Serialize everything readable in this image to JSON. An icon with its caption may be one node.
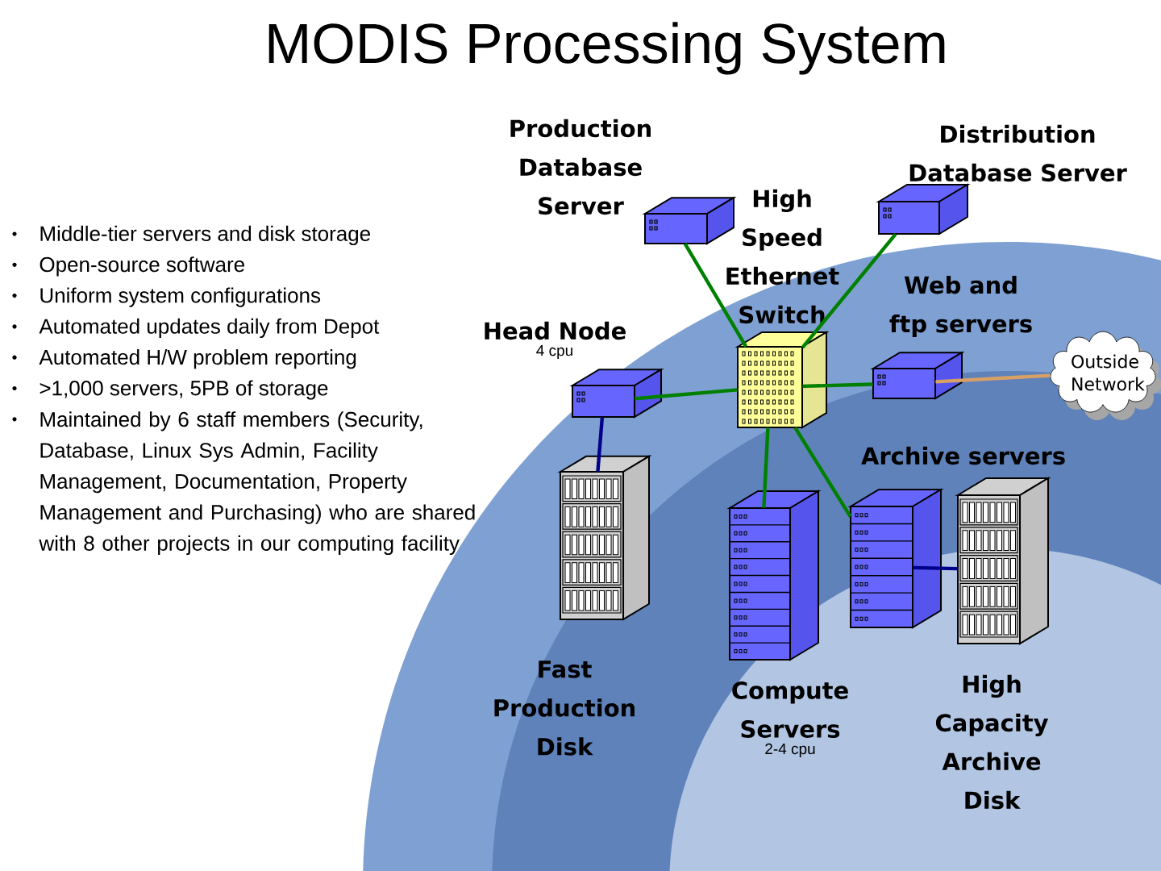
{
  "diagram": {
    "title": "MODIS Processing System",
    "nodes": [
      {
        "text": [
          "Production Database Server"
        ]
      },
      {
        "text": [
          "Distribution Database Server"
        ]
      },
      {
        "text": [
          "High Speed Ethernet Switch"
        ]
      },
      {
        "text": [
          "Head Node",
          "4 cpu"
        ]
      },
      {
        "text": [
          "Web and ftp servers"
        ]
      },
      {
        "text": [
          "Outside Network"
        ]
      },
      {
        "text": [
          "Fast Production Disk"
        ]
      },
      {
        "text": [
          "Compute Servers",
          "2-4 cpu"
        ]
      },
      {
        "text": [
          "Archive servers"
        ]
      },
      {
        "text": [
          "High Capacity Archive Disk"
        ]
      }
    ],
    "edges": [
      {
        "from": 0,
        "to": 2,
        "arrow": "none"
      },
      {
        "from": 1,
        "to": 2,
        "arrow": "none"
      },
      {
        "from": 3,
        "to": 2,
        "arrow": "none"
      },
      {
        "from": 2,
        "to": 4,
        "arrow": "none"
      },
      {
        "from": 4,
        "to": 5,
        "arrow": "none",
        "color": "#d9a066"
      },
      {
        "from": 3,
        "to": 6,
        "arrow": "none",
        "color": "#00008b"
      },
      {
        "from": 2,
        "to": 7,
        "arrow": "none"
      },
      {
        "from": 2,
        "to": 8,
        "arrow": "none"
      },
      {
        "from": 8,
        "to": 9,
        "arrow": "none",
        "color": "#00008b"
      }
    ],
    "labels": [
      "Middle-tier servers and disk storage",
      "Open-source software",
      "Uniform system configurations",
      "Automated updates daily from Depot",
      "Automated H/W problem reporting",
      ">1,000 servers, 5PB of storage",
      "Maintained by 6 staff members (Security, Database, Linux Sys Admin, Facility Management, Documentation, Property Management  and Purchasing)  who are shared with 8 other projects in our computing facility"
    ]
  }
}
